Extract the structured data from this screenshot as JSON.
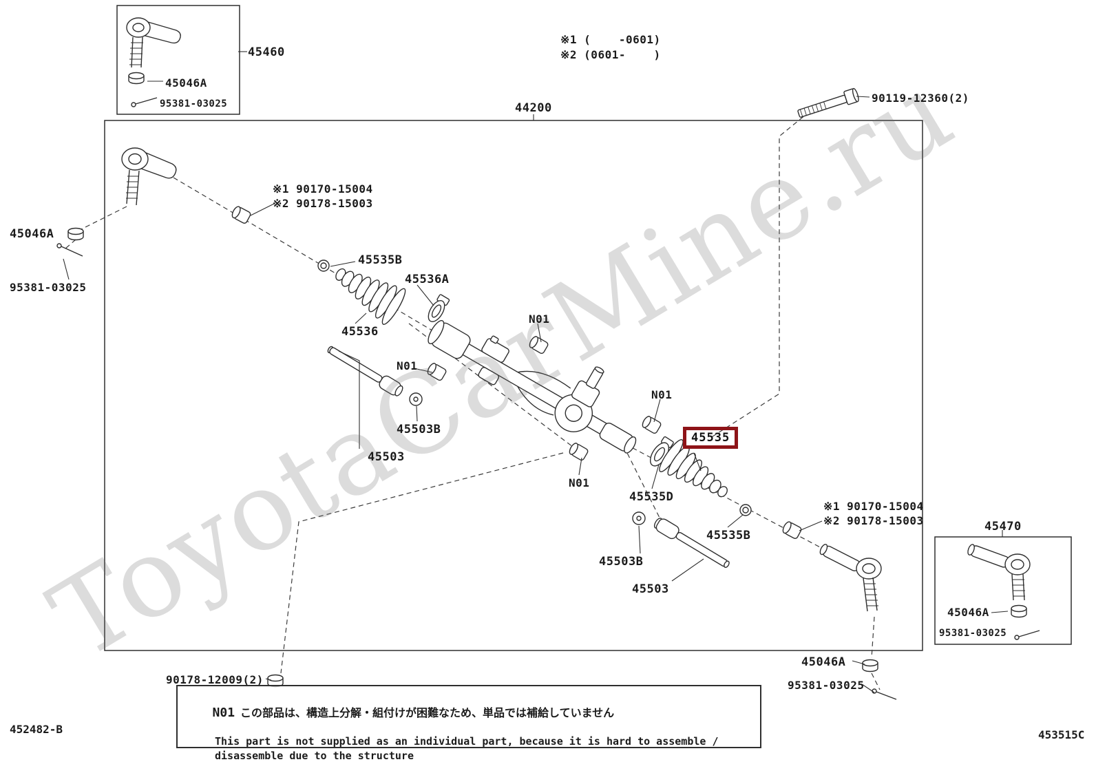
{
  "watermark": "ToyotaCarMine.ru",
  "doc_codes": {
    "bottom_left": "452482-B",
    "bottom_right": "453515C"
  },
  "top_notes": {
    "line1": "※1 (    -0601)",
    "line2": "※2 (0601-    )"
  },
  "part_numbers": {
    "assembly": "44200",
    "tie_rod_end_left": "45460",
    "tie_rod_end_right": "45470",
    "nut": "45046A",
    "cotter_pin": "95381-03025",
    "mount_bolt": "90119-12360(2)",
    "grommet_line1": "※1 90170-15004",
    "grommet_line2": "※2 90178-15003",
    "boot_clip": "45535B",
    "boot_clamp_left": "45536A",
    "boot_left": "45536",
    "boot_right": "45535",
    "boot_clamp_right": "45535D",
    "rack_end_washer": "45503B",
    "rack_end": "45503",
    "lock_nut_bolt": "90178-12009(2)",
    "not_supplied": "N01"
  },
  "footnote": {
    "tag": "N01",
    "jp": "この部品は、構造上分解・組付けが困難なため、単品では補給していません",
    "en_line1": "This part is not supplied as an individual part, because it is hard to assemble /",
    "en_line2": "disassemble due to the structure"
  }
}
